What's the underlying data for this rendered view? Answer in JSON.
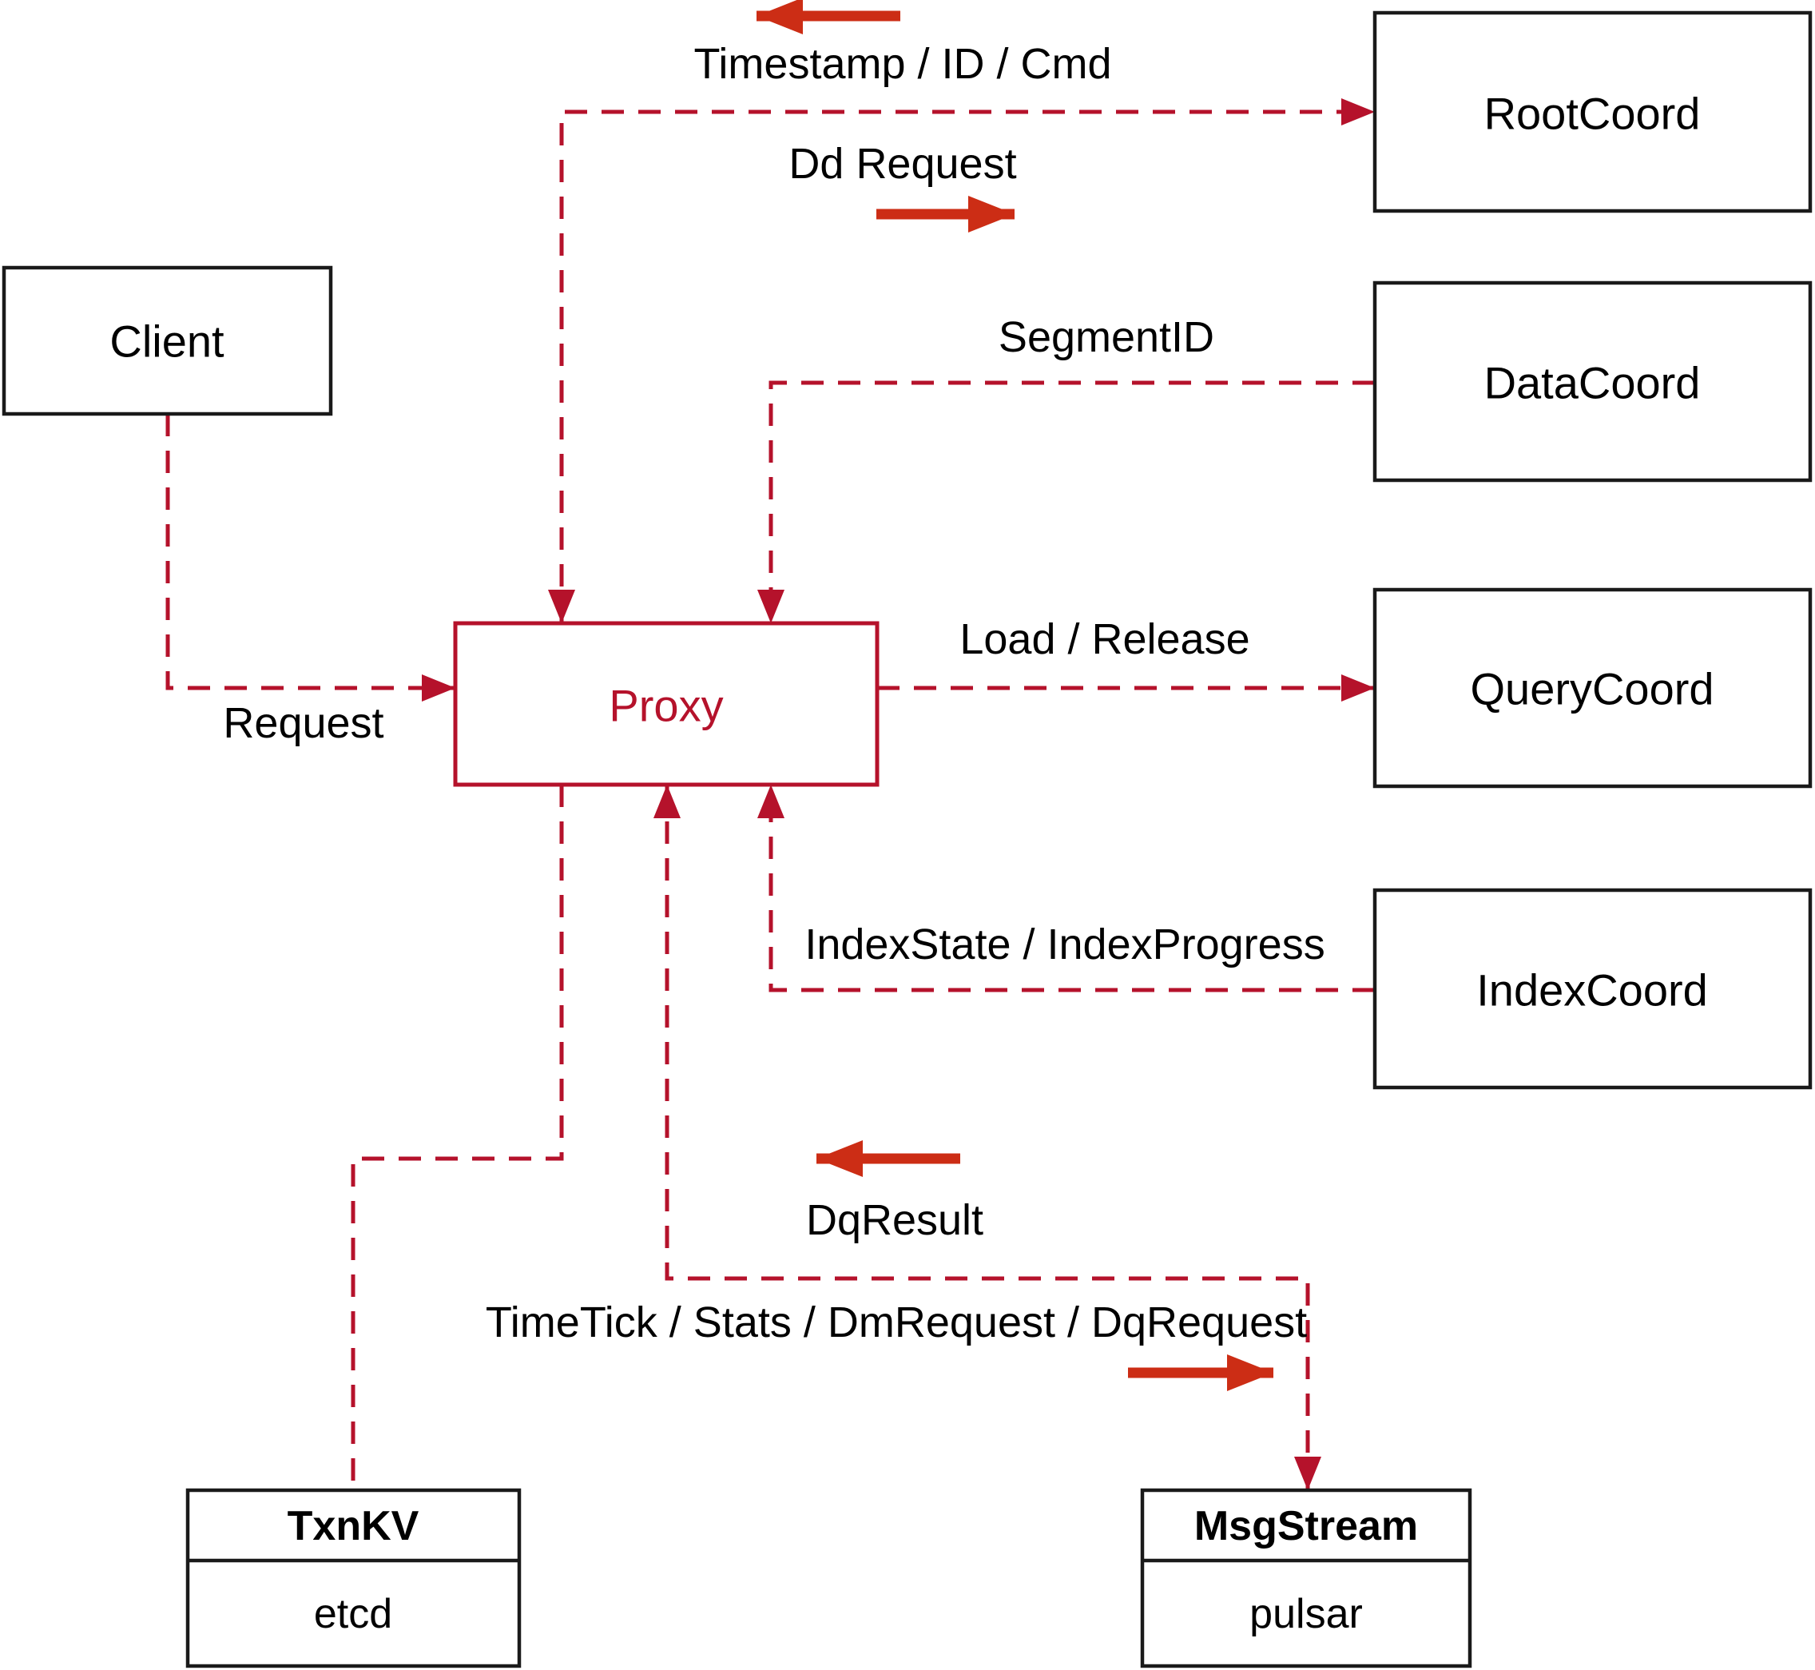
{
  "colors": {
    "line_dashed": "#b5122b",
    "arrow_solid": "#cc2d15",
    "box_border": "#1a1a1a",
    "text_primary": "#000000",
    "background": "#ffffff",
    "proxy_accent": "#b5122b"
  },
  "nodes": {
    "client": {
      "label": "Client"
    },
    "proxy": {
      "label": "Proxy"
    },
    "root_coord": {
      "label": "RootCoord"
    },
    "data_coord": {
      "label": "DataCoord"
    },
    "query_coord": {
      "label": "QueryCoord"
    },
    "index_coord": {
      "label": "IndexCoord"
    },
    "txn_kv": {
      "title": "TxnKV",
      "subtitle": "etcd"
    },
    "msg_stream": {
      "title": "MsgStream",
      "subtitle": "pulsar"
    }
  },
  "edges": {
    "timestamp": {
      "label": "Timestamp / ID / Cmd"
    },
    "dd_request": {
      "label": "Dd Request"
    },
    "segment_id": {
      "label": "SegmentID"
    },
    "request": {
      "label": "Request"
    },
    "load_release": {
      "label": "Load / Release"
    },
    "index_state": {
      "label": "IndexState / IndexProgress"
    },
    "dq_result": {
      "label": "DqResult"
    },
    "time_tick": {
      "label": "TimeTick / Stats / DmRequest / DqRequest"
    }
  }
}
